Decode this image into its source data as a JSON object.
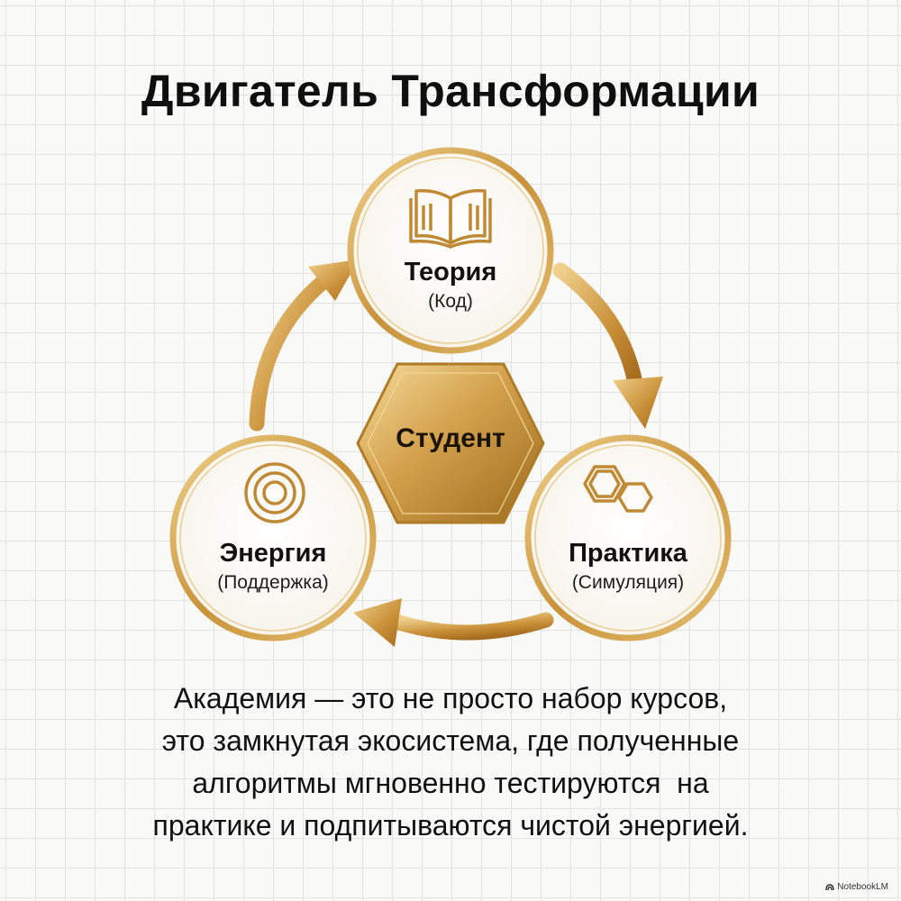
{
  "title": "Двигатель Трансформации",
  "nodes": {
    "theory": {
      "name": "Теория",
      "sub": "(Код)",
      "icon": "open-book-icon"
    },
    "practice": {
      "name": "Практика",
      "sub": "(Симуляция)",
      "icon": "interlocking-hexagons-icon"
    },
    "energy": {
      "name": "Энергия",
      "sub": "(Поддержка)",
      "icon": "concentric-circles-icon"
    }
  },
  "hub": {
    "label": "Студент"
  },
  "cycle_order": [
    "Теория",
    "Практика",
    "Энергия"
  ],
  "description_lines": [
    "Академия — это не просто набор курсов,",
    "это замкнутая экосистема, где полученные",
    "алгоритмы мгновенно тестируются  на",
    "практике и подпитываются чистой энергией."
  ],
  "watermark": "NotebookLM",
  "colors": {
    "gold_dark": "#a8741f",
    "gold_mid": "#d6a74f",
    "gold_light": "#f3d89a",
    "text": "#111111"
  }
}
